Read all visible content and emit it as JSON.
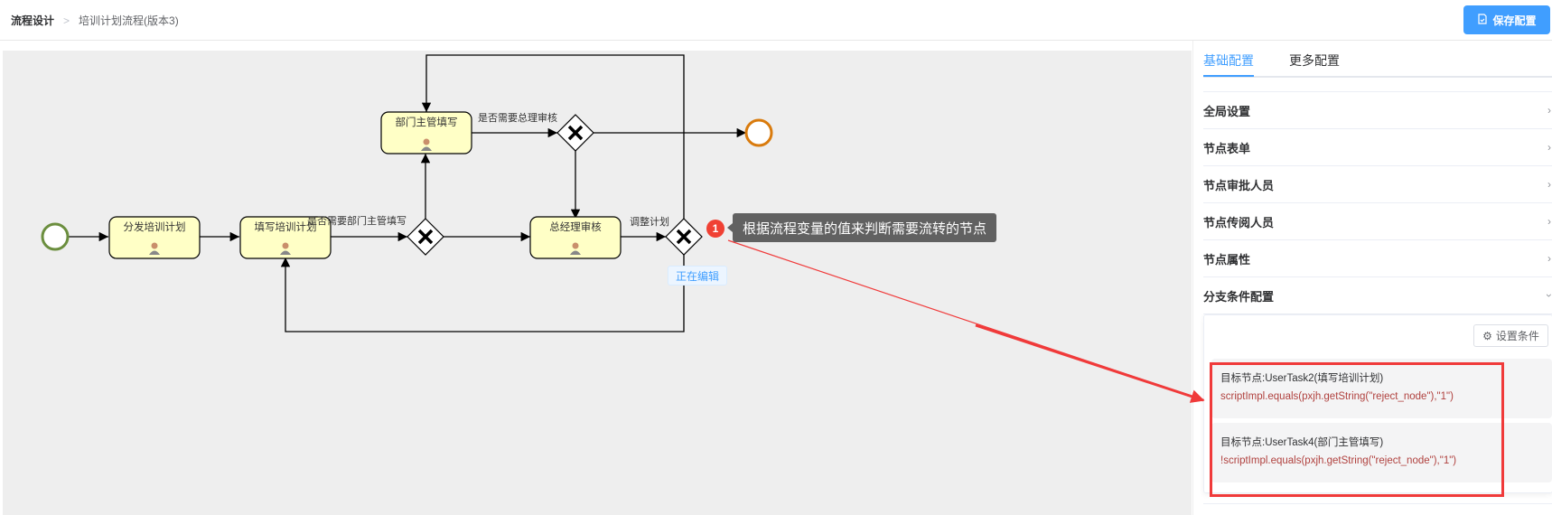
{
  "header": {
    "breadcrumb_root": "流程设计",
    "breadcrumb_sep": ">",
    "breadcrumb_current": "培训计划流程(版本3)",
    "save_label": "保存配置"
  },
  "diagram": {
    "start_event": {
      "color": "#6b8e3e"
    },
    "end_event": {
      "color": "#d97b0d"
    },
    "tasks": [
      {
        "id": "distribute",
        "label": "分发培训计划"
      },
      {
        "id": "fill",
        "label": "填写培训计划"
      },
      {
        "id": "dept",
        "label": "部门主管填写"
      },
      {
        "id": "gm",
        "label": "总经理审核"
      }
    ],
    "flow_labels": {
      "need_dept": "是否需要部门主管填写",
      "need_gm": "是否需要总理审核",
      "adjust": "调整计划"
    },
    "editing_tag": "正在编辑",
    "task_fill": "#ffffc6"
  },
  "annotation": {
    "badge": "1",
    "tip": "根据流程变量的值来判断需要流转的节点",
    "color": "#f03a3a"
  },
  "panel": {
    "tabs": [
      {
        "label": "基础配置",
        "active": true
      },
      {
        "label": "更多配置",
        "active": false
      }
    ],
    "sections": [
      {
        "label": "全局设置"
      },
      {
        "label": "节点表单"
      },
      {
        "label": "节点审批人员"
      },
      {
        "label": "节点传阅人员"
      },
      {
        "label": "节点属性"
      },
      {
        "label": "分支条件配置",
        "expanded": true
      }
    ],
    "set_condition_label": "设置条件",
    "conditions": [
      {
        "target": "目标节点:UserTask2(填写培训计划)",
        "expr": "scriptImpl.equals(pxjh.getString(\"reject_node\"),\"1\")"
      },
      {
        "target": "目标节点:UserTask4(部门主管填写)",
        "expr": "!scriptImpl.equals(pxjh.getString(\"reject_node\"),\"1\")"
      }
    ]
  }
}
